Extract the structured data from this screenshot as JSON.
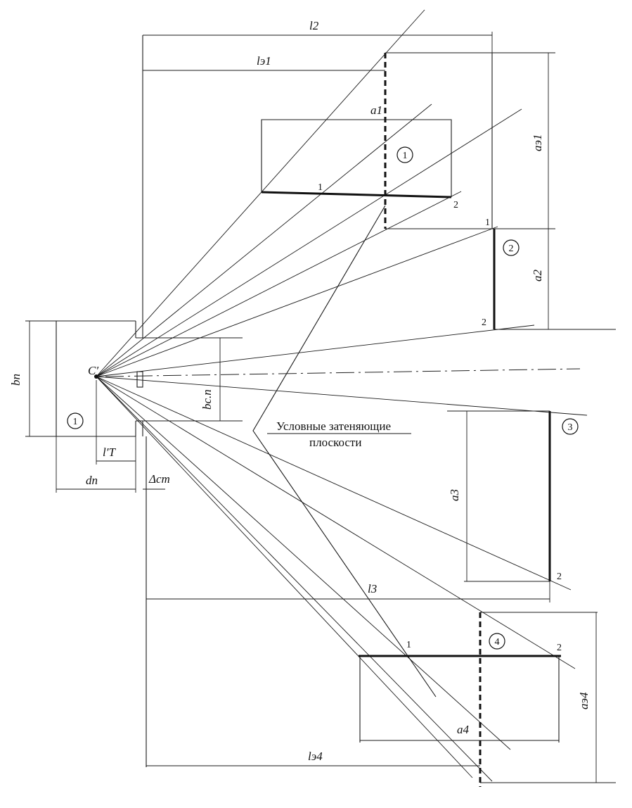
{
  "labels": {
    "l2": "l2",
    "le1": "lэ1",
    "a1": "a1",
    "ae1": "aэ1",
    "a2": "a2",
    "bp": "bп",
    "bsp": "bс.п",
    "C": "C′",
    "lT": "l′T",
    "dp": "dп",
    "dst": "Δст",
    "a3": "a3",
    "l3": "l3",
    "a4": "a4",
    "ae4": "aэ4",
    "le4": "lэ4"
  },
  "zones": [
    "1",
    "1",
    "2",
    "3",
    "4"
  ],
  "points": {
    "p1": "1",
    "p2": "2"
  },
  "caption": {
    "line1": "Условные затеняющие",
    "line2": "плоскости"
  }
}
